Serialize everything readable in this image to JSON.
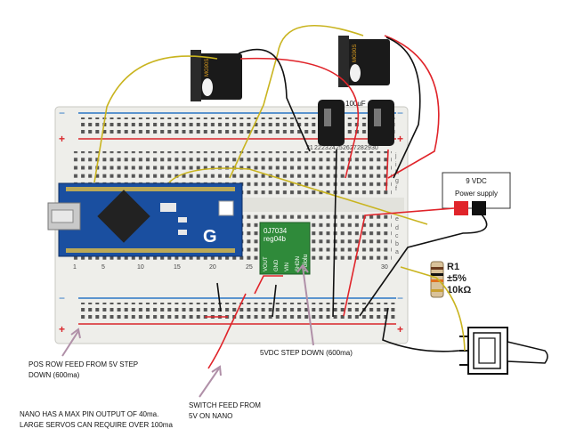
{
  "labels": {
    "cap_value": "100uF",
    "psu_line1": "9 VDC",
    "psu_line2": "Power supply",
    "resistor_name": "R1",
    "resistor_tol": "±5%",
    "resistor_value": "10kΩ",
    "reg_line1": "0J7034",
    "reg_line2": "reg04b",
    "reg_brand": "Pololu",
    "reg_pins": [
      "VOUT",
      "GND",
      "VIN",
      "SHDN"
    ],
    "nano_brand": "G",
    "servo_brand": "MG90S",
    "rail_plus": "+",
    "rail_minus": "−",
    "row_letters_top": [
      "j",
      "i",
      "h",
      "g",
      "f"
    ],
    "row_letters_bottom": [
      "e",
      "d",
      "c",
      "b",
      "a"
    ],
    "col_numbers": [
      "1",
      "5",
      "10",
      "15",
      "20",
      "25",
      "30"
    ],
    "col_numbers_right": [
      "21",
      "22",
      "23",
      "24",
      "25",
      "26",
      "27",
      "28",
      "29",
      "30"
    ],
    "note_regulator": "5VDC STEP DOWN (600ma)",
    "note_pos_row_1": "POS ROW FEED FROM 5V STEP",
    "note_pos_row_2": "DOWN (600ma)",
    "note_switch_1": "SWITCH FEED FROM",
    "note_switch_2": "5V ON NANO",
    "note_nano_1": "NANO HAS A MAX PIN OUTPUT OF 40ma.",
    "note_nano_2": "LARGE SERVOS CAN REQUIRE OVER 100ma"
  },
  "colors": {
    "breadboard": "#eeeeea",
    "rail_red": "#d9262b",
    "rail_blue": "#2a76c4",
    "nano_blue": "#1a4fa0",
    "reg_green": "#2f8a3a",
    "wire_yellow": "#c9b41f",
    "wire_red": "#e0242a",
    "wire_black": "#111111",
    "arrow_mauve": "#b090a8"
  }
}
